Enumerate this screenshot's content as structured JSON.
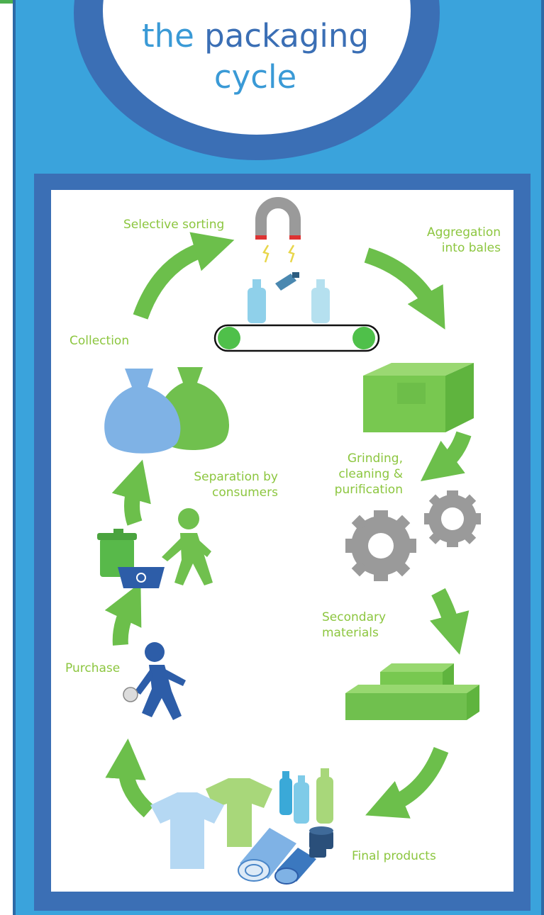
{
  "title": {
    "word1": "the",
    "word2": "packaging",
    "word3": "cycle"
  },
  "steps": {
    "selective_sorting": "Selective sorting",
    "aggregation_line1": "Aggregation",
    "aggregation_line2": "into bales",
    "grinding_line1": "Grinding,",
    "grinding_line2": "cleaning &",
    "grinding_line3": "purification",
    "secondary_line1": "Secondary",
    "secondary_line2": "materials",
    "final_products": "Final products",
    "purchase": "Purchase",
    "separation_line1": "Separation by",
    "separation_line2": "consumers",
    "collection": "Collection"
  },
  "colors": {
    "poster_background": "#3aa3dc",
    "panel_border": "#3b6fb5",
    "label_green": "#8cc63f",
    "arrow_green": "#6cbf4b",
    "icon_blue": "#7fb2e5",
    "icon_green": "#70c04e",
    "icon_grey": "#9a9a9a",
    "person_blue": "#2d5da8"
  },
  "icons": [
    "magnet-icon",
    "conveyor-belt-icon",
    "bale-icon",
    "gear-icon",
    "block-icon",
    "tshirt-icon",
    "bottle-icon",
    "roll-icon",
    "person-icon",
    "bin-icon",
    "bag-icon",
    "arrow-icon"
  ]
}
